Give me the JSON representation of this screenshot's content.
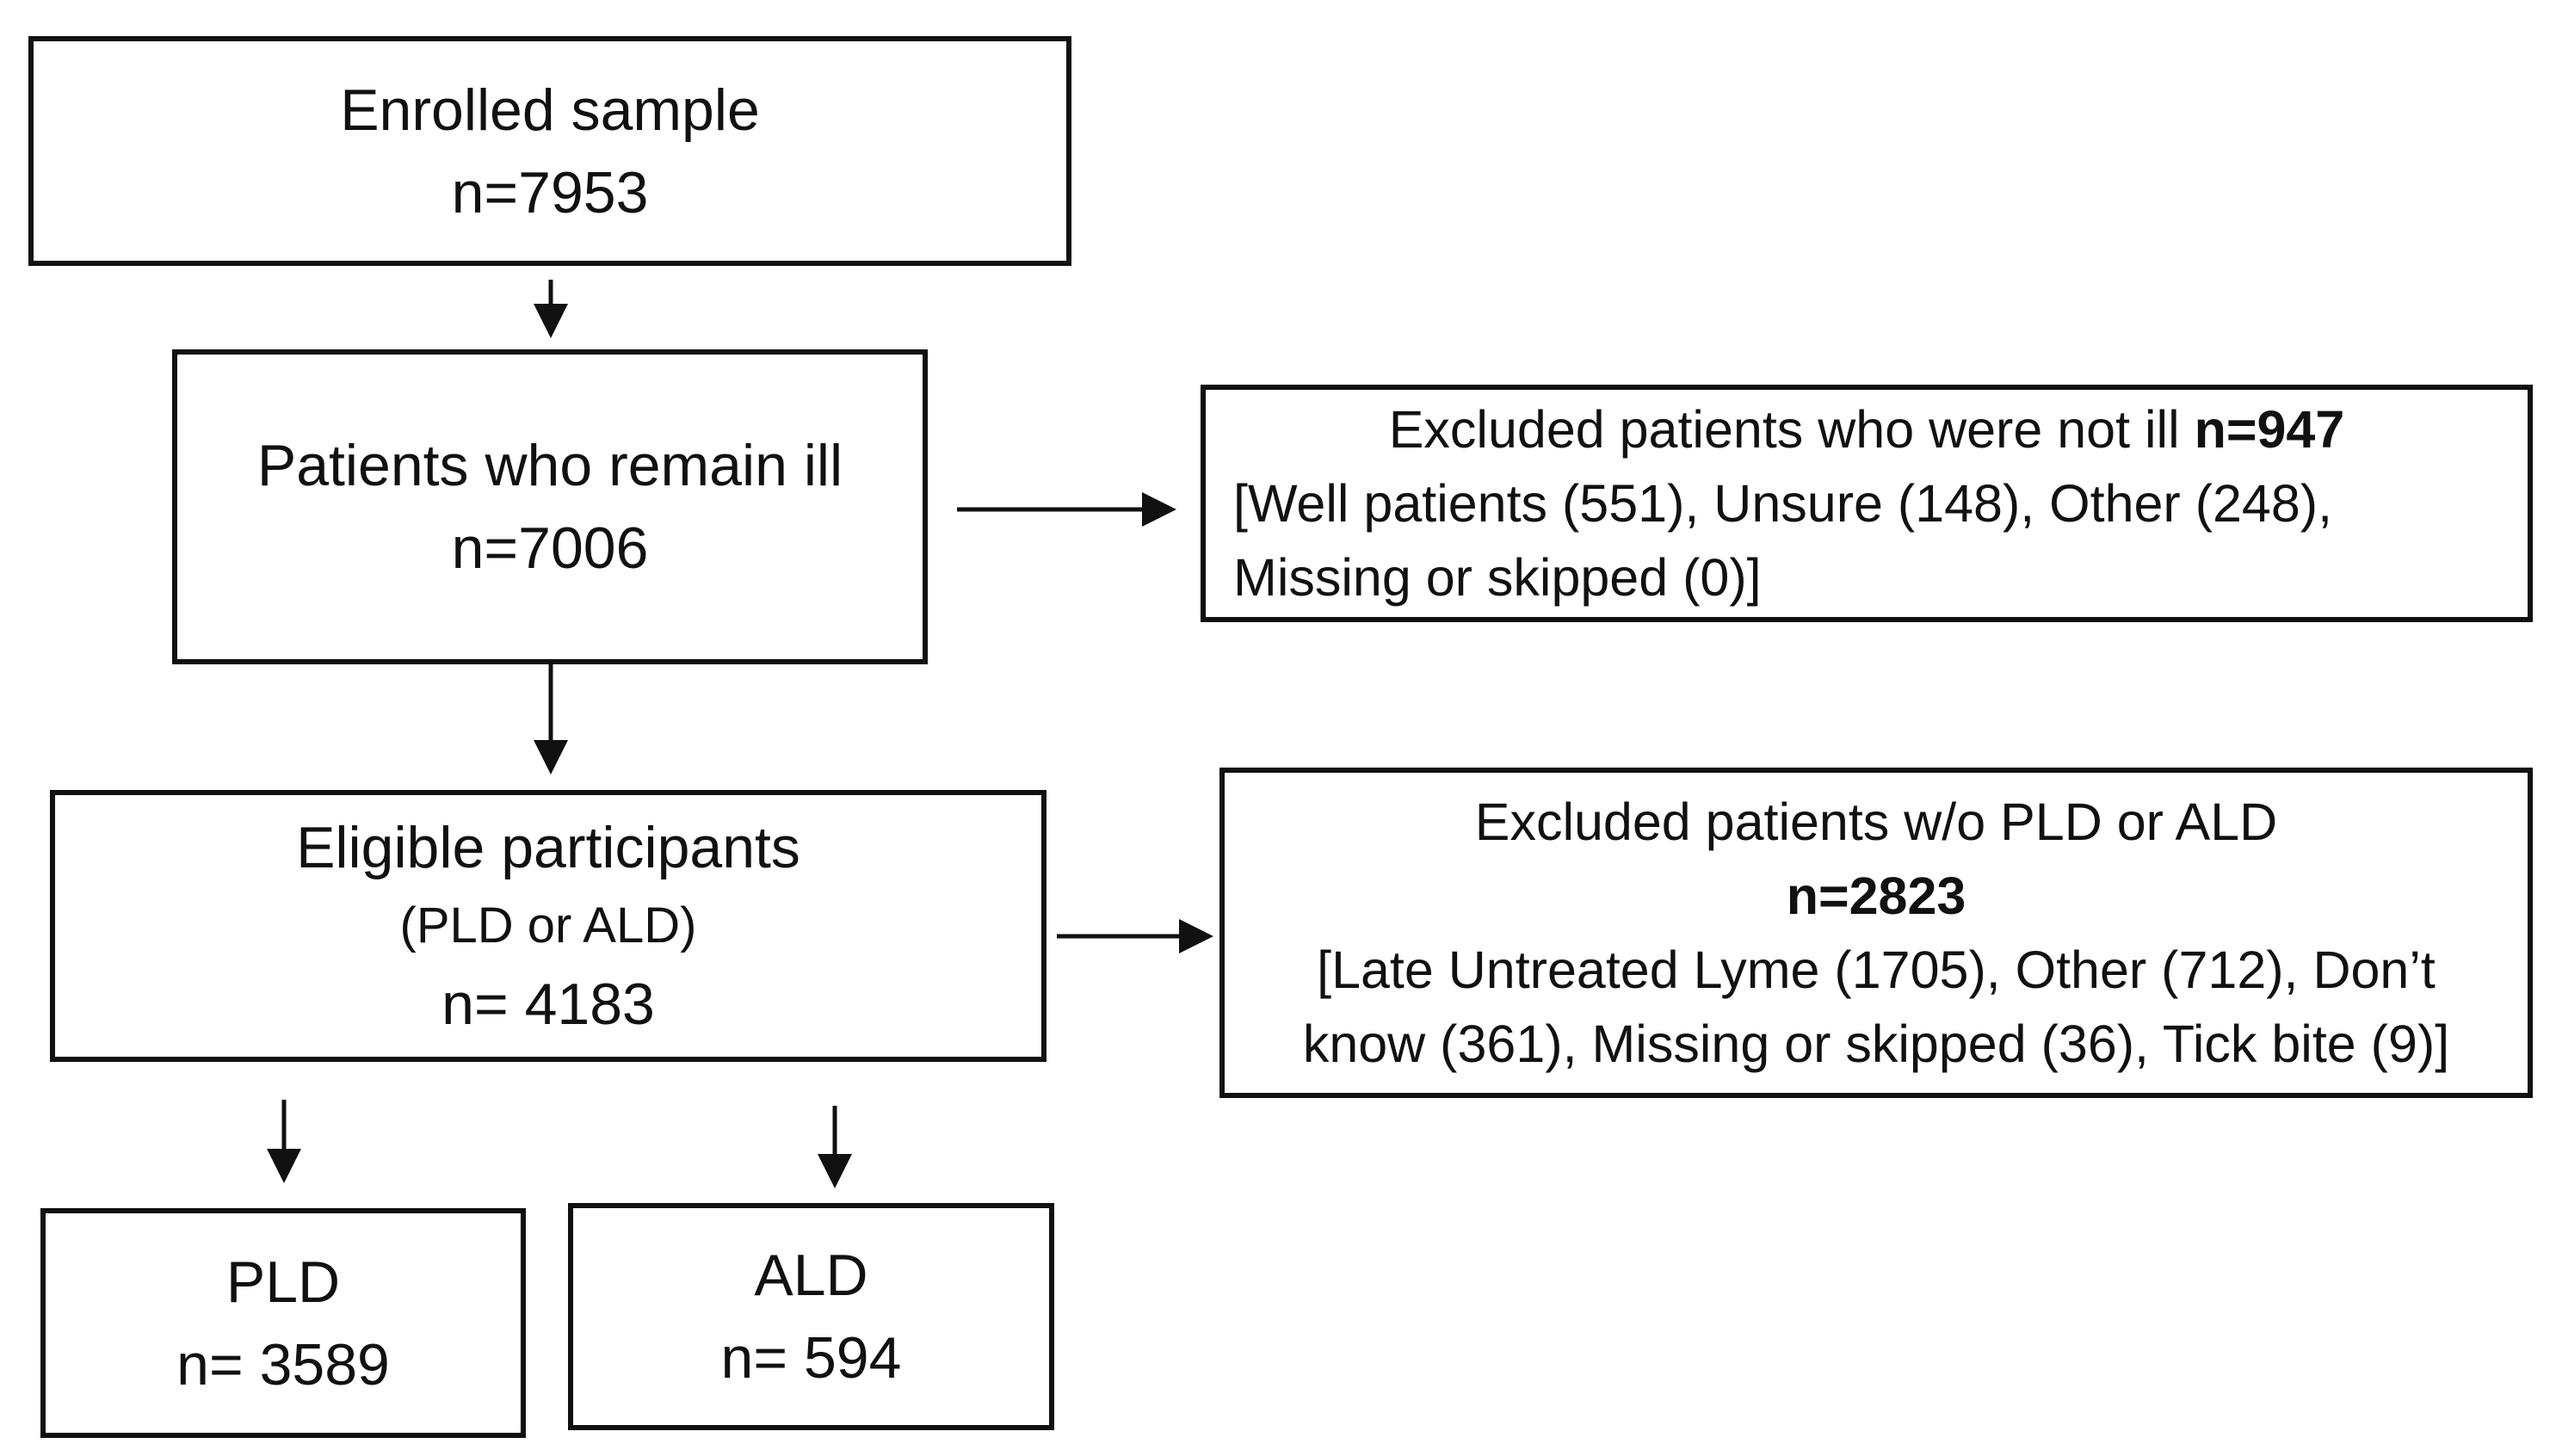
{
  "enrolled": {
    "title": "Enrolled sample",
    "count": "n=7953"
  },
  "remain_ill": {
    "title": "Patients who remain ill",
    "count": "n=7006"
  },
  "excluded_not_ill": {
    "title": "Excluded patients who were not ill ",
    "count": "n=947",
    "detail_line1": "[Well patients (551), Unsure (148), Other (248),",
    "detail_line2": "Missing or skipped (0)]"
  },
  "eligible": {
    "title": "Eligible participants",
    "subtitle": "(PLD or ALD)",
    "count": "n= 4183"
  },
  "excluded_no_pld_ald": {
    "title": "Excluded patients w/o PLD or ALD",
    "count": "n=2823",
    "detail_line1": "[Late Untreated Lyme (1705), Other (712), Don’t",
    "detail_line2": "know (361), Missing or skipped  (36), Tick bite (9)]"
  },
  "pld": {
    "title": "PLD",
    "count": "n= 3589"
  },
  "ald": {
    "title": "ALD",
    "count": "n= 594"
  }
}
